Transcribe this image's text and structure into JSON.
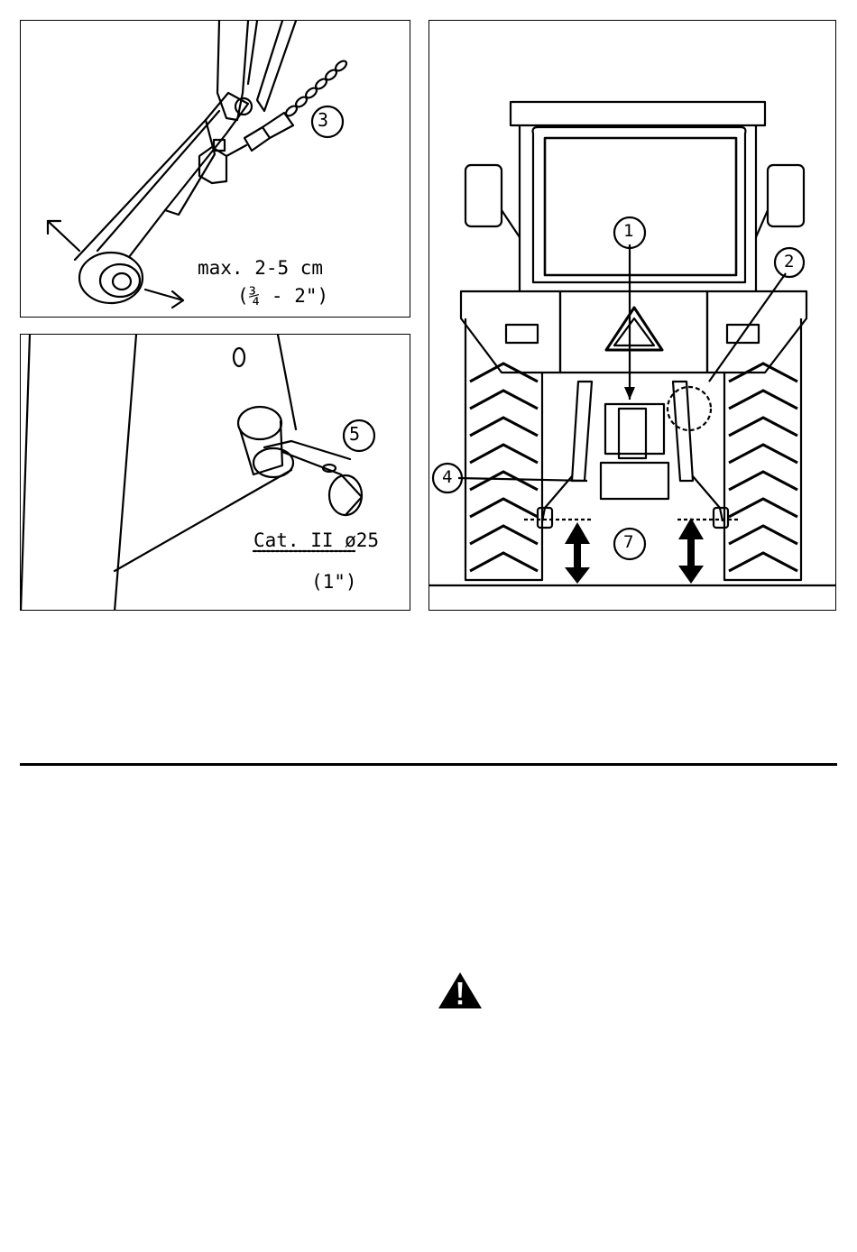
{
  "figures": {
    "chain_adjust": {
      "callout": "3",
      "play_metric": "max. 2-5 cm",
      "play_imperial": "(¾ - 2\")"
    },
    "pin": {
      "callout": "5",
      "spec": "Cat. II ø25",
      "spec_imperial": "(1\")"
    },
    "tractor_rear": {
      "callouts": [
        "1",
        "2",
        "4",
        "7"
      ]
    }
  },
  "warning_icon": "warning-triangle-icon",
  "colors": {
    "ink": "#000000",
    "paper": "#ffffff"
  }
}
